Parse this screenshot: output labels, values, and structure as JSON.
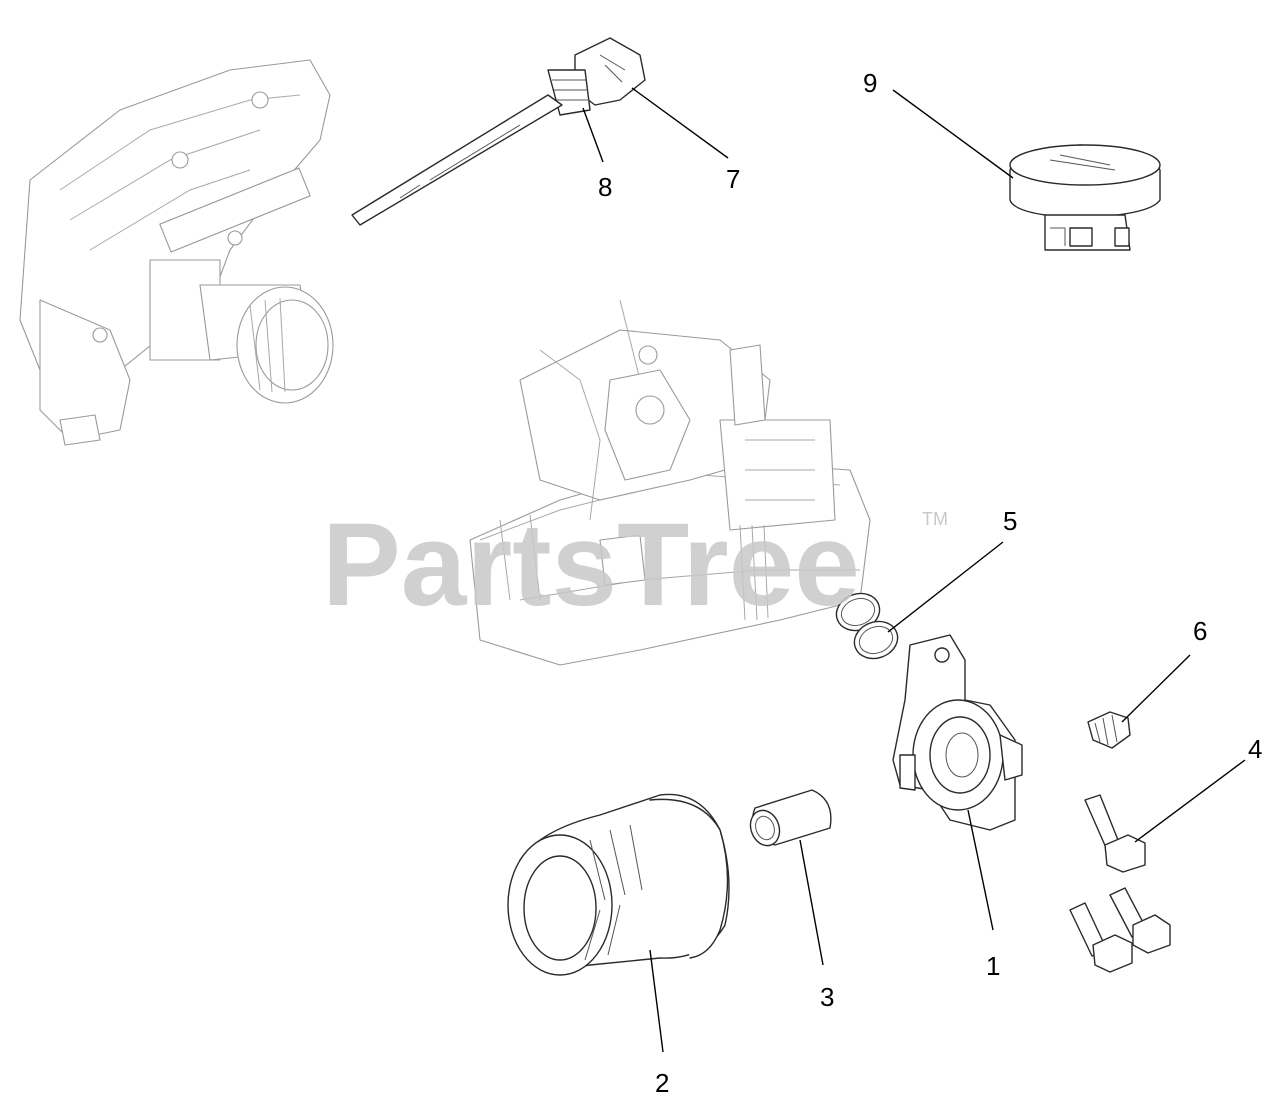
{
  "callouts": {
    "c1": "1",
    "c2": "2",
    "c3": "3",
    "c4": "4",
    "c5": "5",
    "c6": "6",
    "c7": "7",
    "c8": "8",
    "c9": "9"
  },
  "watermark": {
    "text": "PartsTree",
    "tm": "TM"
  },
  "colors": {
    "line": "#2a2a2a",
    "ghost": "#9a9a9a",
    "watermark": "#c8c8c8"
  }
}
